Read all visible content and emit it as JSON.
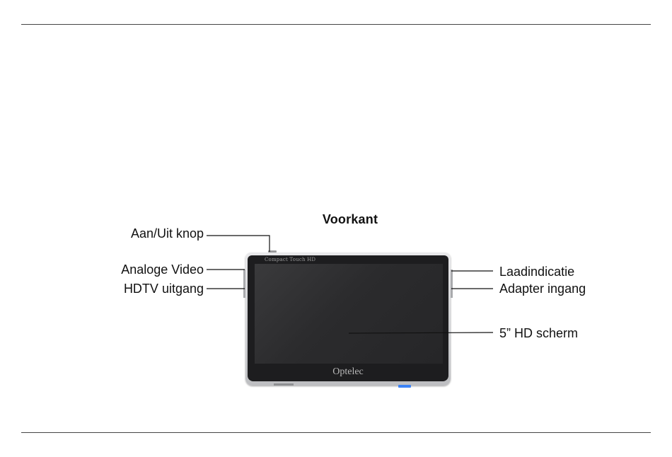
{
  "title": "Voorkant",
  "labels": {
    "power": "Aan/Uit knop",
    "analog": "Analoge Video",
    "hdtv": "HDTV uitgang",
    "charge": "Laadindicatie",
    "adapter": "Adapter ingang",
    "screen": "5” HD scherm"
  },
  "device": {
    "model": "Compact Touch HD",
    "brand": "Optelec"
  },
  "colors": {
    "button_accent": "#3b82f6"
  }
}
